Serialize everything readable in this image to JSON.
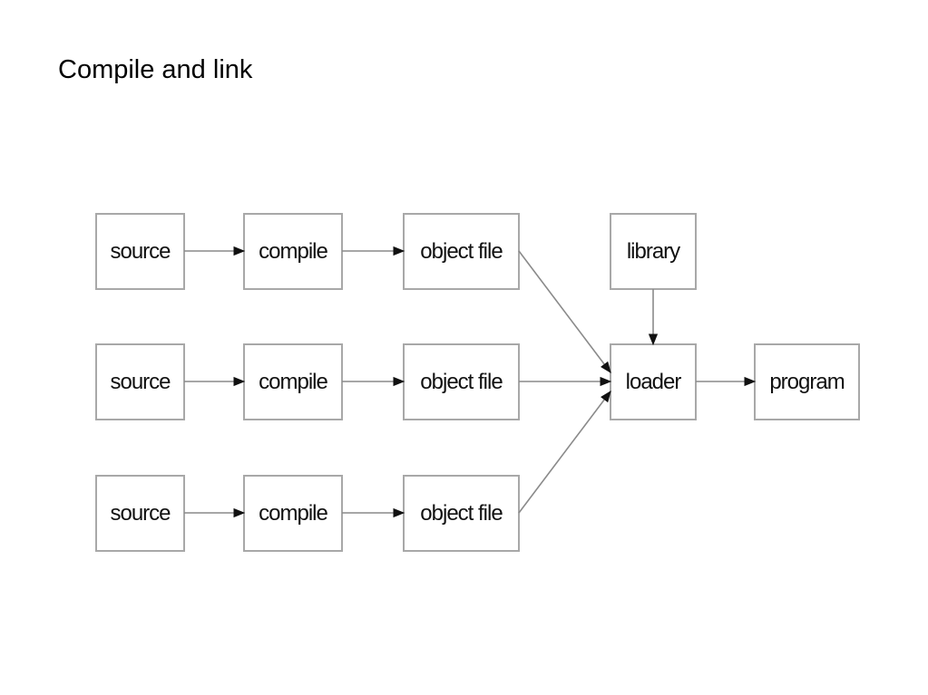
{
  "slide": {
    "title": "Compile and link"
  },
  "diagram": {
    "rows": [
      {
        "source": "source",
        "compile": "compile",
        "object": "object file"
      },
      {
        "source": "source",
        "compile": "compile",
        "object": "object file"
      },
      {
        "source": "source",
        "compile": "compile",
        "object": "object file"
      }
    ],
    "library": "library",
    "loader": "loader",
    "program": "program"
  }
}
